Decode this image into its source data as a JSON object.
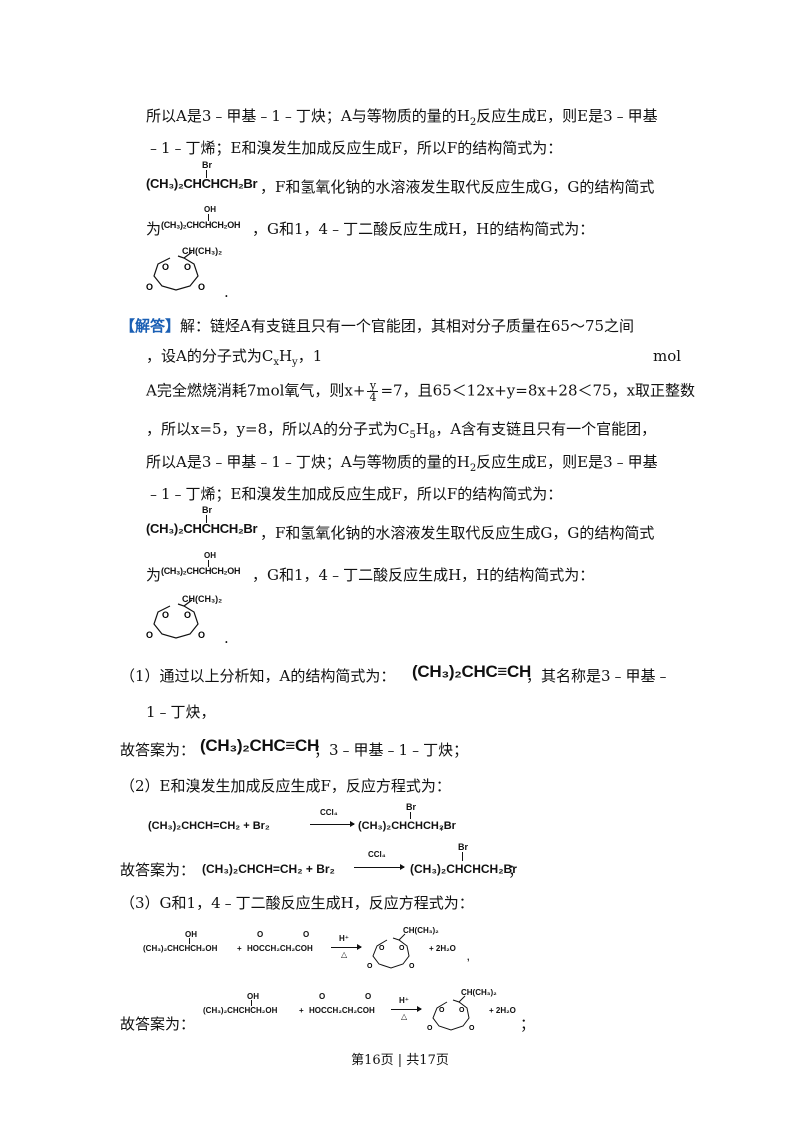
{
  "section_top": {
    "l1": [
      "所以A是3﹣甲基﹣1﹣丁炔；A与等物质的量的H",
      "2",
      "反应生成E，则E是3﹣甲基"
    ],
    "l2": "﹣1﹣丁烯；E和溴发生加成反应生成F，所以F的结构简式为：",
    "f_struct": {
      "top": "Br",
      "main": "(CH₃)₂CHCHCH₂Br"
    },
    "l3": "，F和氢氧化钠的水溶液发生取代反应生成G，G的结构简式",
    "l4a": "为",
    "g_struct": {
      "top": "OH",
      "main": "(CH₃)₂CHCHCH₂OH"
    },
    "l4b": "，G和1，4﹣丁二酸反应生成H，H的结构简式为：",
    "h_substituent": "CH(CH₃)₂",
    "period": "."
  },
  "answer": {
    "label": "【解答】",
    "l1": "解：链烃A有支链且只有一个官能团，其相对分子质量在65～75之间",
    "l2a": "，设A的分子式为C",
    "l2x": "x",
    "l2b": "H",
    "l2y": "y",
    "l2c": "，1",
    "l2mol": "mol",
    "l3a": "A完全燃烧消耗7mol氧气，则x+",
    "l3num": "y",
    "l3den": "4",
    "l3b": "=7，且65＜12x+y=8x+28＜75，x取正整数",
    "l4a": "，所以x=5，y=8，所以A的分子式为C",
    "l4s1": "5",
    "l4b": "H",
    "l4s2": "8",
    "l4c": "，A含有支链且只有一个官能团，",
    "l5": [
      "所以A是3﹣甲基﹣1﹣丁炔；A与等物质的量的H",
      "2",
      "反应生成E，则E是3﹣甲基"
    ],
    "l6": "﹣1﹣丁烯；E和溴发生加成反应生成F，所以F的结构简式为：",
    "l7": "，F和氢氧化钠的水溶液发生取代反应生成G，G的结构简式",
    "l8a": "为",
    "l8b": "，G和1，4﹣丁二酸反应生成H，H的结构简式为：",
    "period": "."
  },
  "q1": {
    "a": "（1）通过以上分析知，A的结构简式为：",
    "struct": "(CH₃)₂CHC≡CH",
    "b": "，其名称是3﹣甲基﹣",
    "c": "1﹣丁炔，",
    "ans_label": "故答案为：",
    "ans_struct": "(CH₃)₂CHC≡CH",
    "ans_tail": "；3﹣甲基﹣1﹣丁炔；"
  },
  "q2": {
    "a": "（2）E和溴发生加成反应生成F，反应方程式为：",
    "eq_left": "(CH₃)₂CHCH=CH₂ + Br₂",
    "eq_cond": "CCl₄",
    "eq_right_top": "Br",
    "eq_right": "(CH₃)₂CHCHCH₂Br",
    "eq_end": ",",
    "ans_label": "故答案为：",
    "ans_end": "；"
  },
  "q3": {
    "a": "（3）G和1，4﹣丁二酸反应生成H，反应方程式为：",
    "oh": "OH",
    "g": "(CH₃)₂CHCHCH₂OH",
    "plus": "+",
    "acid": "HOCCH₂CH₂COH",
    "acid_o1": "O",
    "acid_o2": "O",
    "cond_top": "H⁺",
    "cond_bot": "△",
    "ring_sub": "CH(CH₃)₂",
    "water": "+ 2H₂O",
    "end": ",",
    "ans_label": "故答案为：",
    "ans_end": "；"
  },
  "footer": "第16页 | 共17页"
}
